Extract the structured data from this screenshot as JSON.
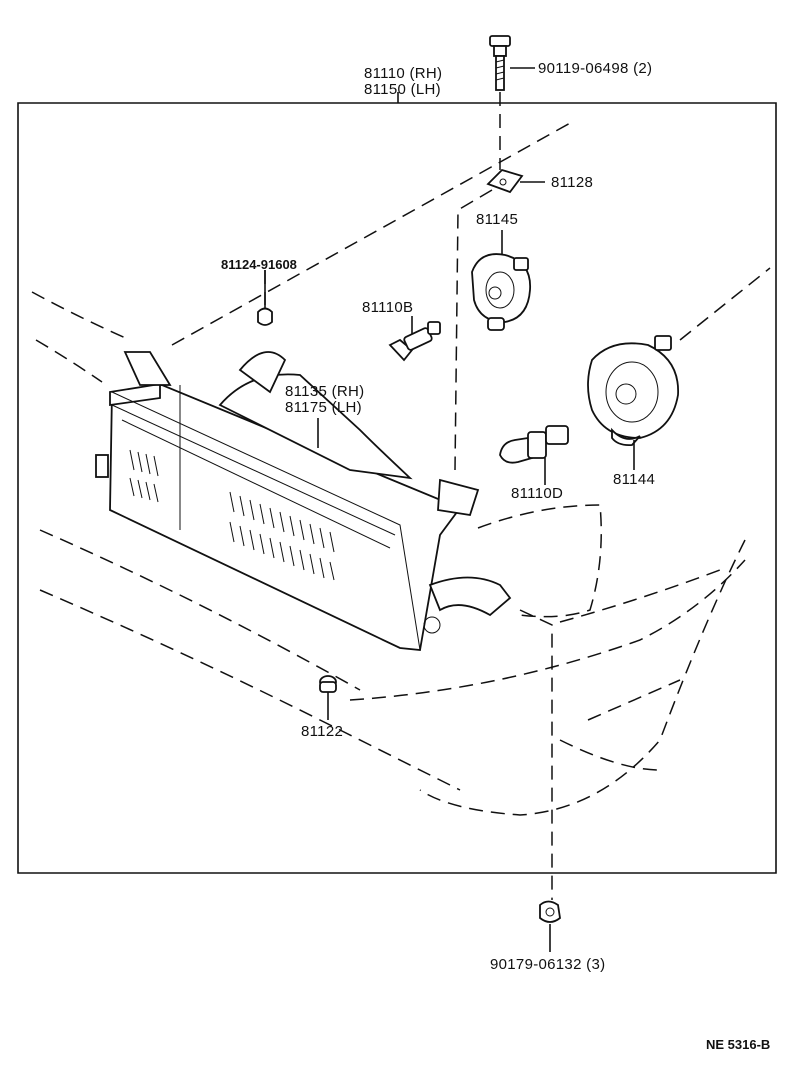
{
  "labels": {
    "screw_part": "90119-06498 (2)",
    "headlamp_rh": "81110 (RH)",
    "headlamp_lh": "81150 (LH)",
    "nut": "81128",
    "socket_upper": "81145",
    "clip": "81124-91608",
    "bulb_small": "81110B",
    "housing_rh": "81135 (RH)",
    "housing_lh": "81175 (LH)",
    "socket_lower": "81144",
    "bulb_main": "81110D",
    "grommet": "81122",
    "bottom_nut": "90179-06132 (3)",
    "ref_code": "NE  5316-B"
  }
}
